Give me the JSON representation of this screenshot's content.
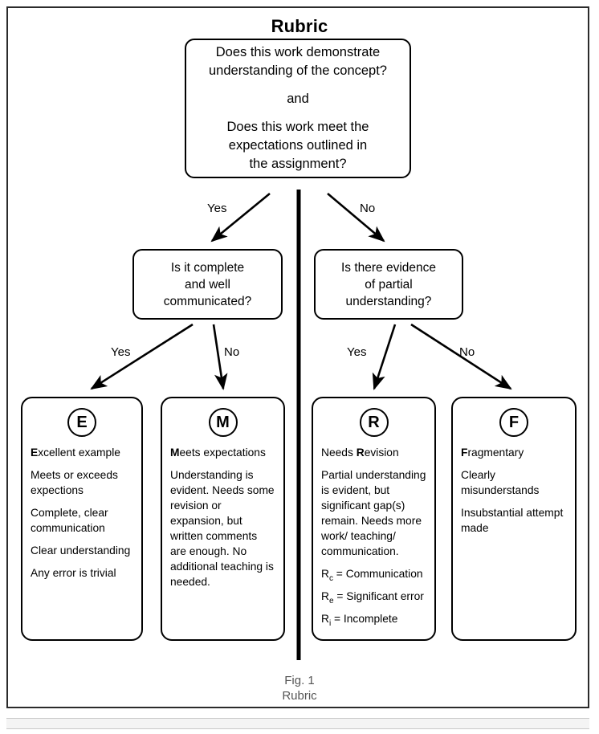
{
  "figure": {
    "title": "Rubric",
    "caption_line1": "Fig. 1",
    "caption_line2": "Rubric"
  },
  "root_question": {
    "line1": "Does this work demonstrate",
    "line2": "understanding of the concept?",
    "connector": "and",
    "line3": "Does this work meet the",
    "line4": "expectations outlined in",
    "line5": "the assignment?"
  },
  "decisions": [
    {
      "id": "is-it-complete",
      "line1": "Is it complete",
      "line2": "and well",
      "line3": "communicated?"
    },
    {
      "id": "partial-understanding",
      "line1": "Is there evidence",
      "line2": "of partial",
      "line3": "understanding?"
    }
  ],
  "edge_labels": {
    "root_yes": "Yes",
    "root_no": "No",
    "left_yes": "Yes",
    "left_no": "No",
    "right_yes": "Yes",
    "right_no": "No"
  },
  "outcomes": [
    {
      "badge": "E",
      "lead_bold": "E",
      "lead_rest": "xcellent example",
      "body": [
        "Meets or exceeds expections",
        "Complete, clear communication",
        "Clear understanding",
        "Any error is trivial"
      ]
    },
    {
      "badge": "M",
      "lead_bold": "M",
      "lead_rest": "eets expectations",
      "body": [
        "Understanding is evident. Needs some revision or expansion, but written comments are enough. No additional teaching is needed."
      ]
    },
    {
      "badge": "R",
      "lead_plain": "Needs ",
      "lead_bold": "R",
      "lead_rest": "evision",
      "body": [
        "Partial understanding is evident, but significant gap(s) remain. Needs more work/ teaching/ communication."
      ],
      "codes": [
        {
          "symbol": "R",
          "subscript": "c",
          "definition": " = Communication"
        },
        {
          "symbol": "R",
          "subscript": "e",
          "definition": " = Significant error"
        },
        {
          "symbol": "R",
          "subscript": "i",
          "definition": " = Incomplete"
        }
      ]
    },
    {
      "badge": "F",
      "lead_bold": "F",
      "lead_rest": "ragmentary",
      "body": [
        "Clearly misunderstands",
        "Insubstantial attempt made"
      ]
    }
  ],
  "colors": {
    "stroke": "#000000",
    "frame": "#2b2b2b",
    "caption": "#555555",
    "background": "#ffffff"
  }
}
